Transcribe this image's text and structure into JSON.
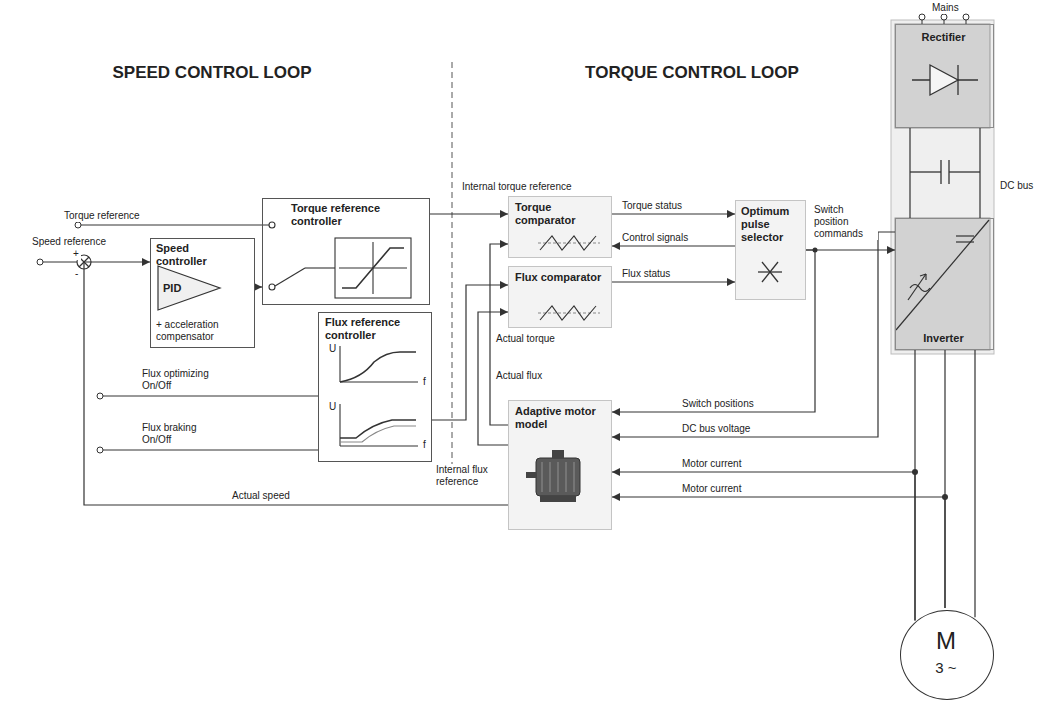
{
  "diagram": {
    "nodes": [
      {
        "text": [
          "Speed controller",
          "PID",
          "+ acceleration compensator"
        ]
      },
      {
        "text": [
          "Torque reference controller"
        ]
      },
      {
        "text": [
          "Flux reference controller",
          "U",
          "f",
          "U",
          "f"
        ]
      },
      {
        "text": [
          "Torque comparator"
        ]
      },
      {
        "text": [
          "Flux comparator"
        ]
      },
      {
        "text": [
          "Optimum pulse selector"
        ]
      },
      {
        "text": [
          "Adaptive motor model"
        ]
      },
      {
        "text": [
          "Rectifier"
        ]
      },
      {
        "text": [
          "Inverter"
        ]
      },
      {
        "text": [
          "M",
          "3 ~"
        ]
      }
    ],
    "edges": [
      {
        "from": 0,
        "to": 1,
        "arrow": "to"
      },
      {
        "from": 1,
        "to": 3,
        "arrow": "to",
        "label": "Internal torque reference"
      },
      {
        "from": 2,
        "to": 4,
        "arrow": "to",
        "label": "Internal flux reference"
      },
      {
        "from": 3,
        "to": 5,
        "arrow": "to",
        "label": "Torque status"
      },
      {
        "from": 5,
        "to": 3,
        "arrow": "to",
        "label": "Control signals"
      },
      {
        "from": 4,
        "to": 5,
        "arrow": "to",
        "label": "Flux status"
      },
      {
        "from": 5,
        "to": 8,
        "arrow": "to",
        "label": "Switch position commands"
      },
      {
        "from": 5,
        "to": 6,
        "arrow": "to",
        "label": "Switch positions"
      },
      {
        "from": 8,
        "to": 6,
        "arrow": "to",
        "label": "DC bus voltage"
      },
      {
        "from": 9,
        "to": 6,
        "arrow": "to",
        "label": "Motor current"
      },
      {
        "from": 9,
        "to": 6,
        "arrow": "to",
        "label": "Motor current"
      },
      {
        "from": 6,
        "to": 3,
        "arrow": "to",
        "label": "Actual torque"
      },
      {
        "from": 6,
        "to": 4,
        "arrow": "to",
        "label": "Actual flux"
      },
      {
        "from": 6,
        "to": 0,
        "arrow": "to",
        "label": "Actual speed"
      },
      {
        "from": 7,
        "to": 8,
        "arrow": "none"
      },
      {
        "from": 8,
        "to": 9,
        "arrow": "none"
      }
    ],
    "labels": [
      "SPEED CONTROL LOOP",
      "TORQUE CONTROL LOOP",
      "Torque reference",
      "Speed reference",
      "+",
      "-",
      "Flux optimizing On/Off",
      "Flux braking On/Off",
      "Mains",
      "DC bus"
    ]
  }
}
